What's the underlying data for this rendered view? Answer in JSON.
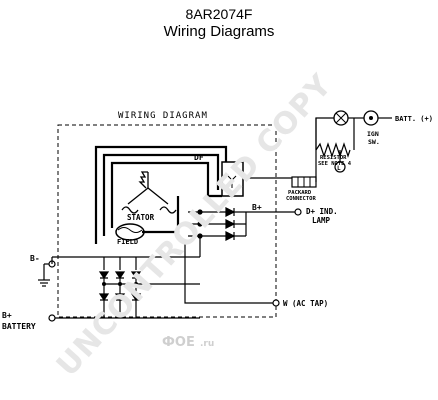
{
  "header": {
    "part_number": "8AR2074F",
    "subtitle": "Wiring Diagrams"
  },
  "diagram": {
    "title": "WIRING DIAGRAM",
    "labels": {
      "df": "DF",
      "stator": "STATOR",
      "field": "FIELD",
      "bplus_inner": "B+",
      "batt": "BATT. (+)",
      "ign": "IGN",
      "sw": "SW.",
      "resistor1": "RESISTOR",
      "resistor2": "SEE NOTE 4",
      "packard1": "PACKARD",
      "packard2": "CONNECTOR",
      "d_ind1": "D+ IND.",
      "d_ind2": "LAMP",
      "bminus": "B-",
      "bplus_outer": "B+",
      "battery": "BATTERY",
      "w_tap": "W (AC TAP)"
    }
  },
  "watermarks": {
    "main": "UNCONTROLLED COPY",
    "site": "ФОЕ",
    "domain": ".ru"
  }
}
